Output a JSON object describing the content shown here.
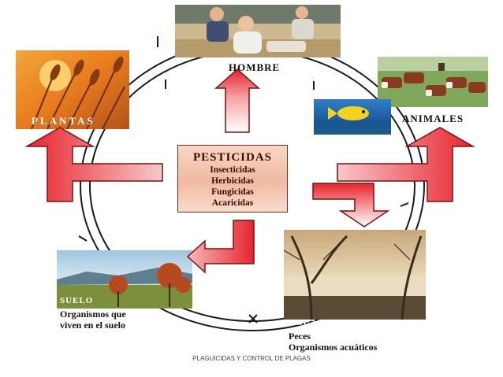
{
  "labels": {
    "hombre": "HOMBRE",
    "plantas": "PLANTAS",
    "animales": "ANIMALES",
    "suelo": "SUELO",
    "suelo_caption_1": "Organismos que",
    "suelo_caption_2": "viven en  el suelo",
    "agua": "AGUA",
    "agua_caption_1": "Peces",
    "agua_caption_2": "Organismos acuáticos"
  },
  "center": {
    "title": "PESTICIDAS",
    "items": [
      "Insecticidas",
      "Herbicidas",
      "Fungicidas",
      "Acaricidas"
    ]
  },
  "footer": "PLAGUICIDAS Y CONTROL DE PLAGAS",
  "colors": {
    "arrow_red": "#e8242c",
    "arrow_light": "#f6c7c8",
    "arrow_stroke": "#7a1010",
    "center_border": "#7a2a18"
  }
}
